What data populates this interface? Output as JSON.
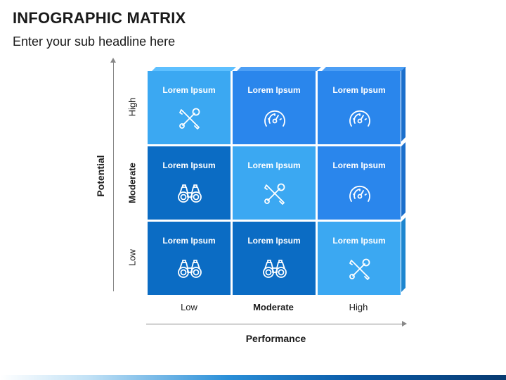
{
  "header": {
    "title": "INFOGRAPHIC MATRIX",
    "subtitle": "Enter your sub headline here"
  },
  "axes": {
    "y_title": "Potential",
    "x_title": "Performance",
    "rows": [
      {
        "label": "High",
        "bold": false
      },
      {
        "label": "Moderate",
        "bold": true
      },
      {
        "label": "Low",
        "bold": false
      }
    ],
    "columns": [
      {
        "label": "Low",
        "bold": false
      },
      {
        "label": "Moderate",
        "bold": true
      },
      {
        "label": "High",
        "bold": false
      }
    ]
  },
  "colors": {
    "light": "#3ba8f2",
    "medium": "#2a86ec",
    "dark": "#0b6cc4"
  },
  "matrix": [
    [
      {
        "label": "Lorem Ipsum",
        "icon": "tools-icon",
        "shade": "light"
      },
      {
        "label": "Lorem Ipsum",
        "icon": "speedometer-icon",
        "shade": "medium"
      },
      {
        "label": "Lorem Ipsum",
        "icon": "speedometer-icon",
        "shade": "medium"
      }
    ],
    [
      {
        "label": "Lorem Ipsum",
        "icon": "binoculars-icon",
        "shade": "dark"
      },
      {
        "label": "Lorem Ipsum",
        "icon": "tools-icon",
        "shade": "light"
      },
      {
        "label": "Lorem Ipsum",
        "icon": "speedometer-icon",
        "shade": "medium"
      }
    ],
    [
      {
        "label": "Lorem Ipsum",
        "icon": "binoculars-icon",
        "shade": "dark"
      },
      {
        "label": "Lorem Ipsum",
        "icon": "binoculars-icon",
        "shade": "dark"
      },
      {
        "label": "Lorem Ipsum",
        "icon": "tools-icon",
        "shade": "light"
      }
    ]
  ]
}
